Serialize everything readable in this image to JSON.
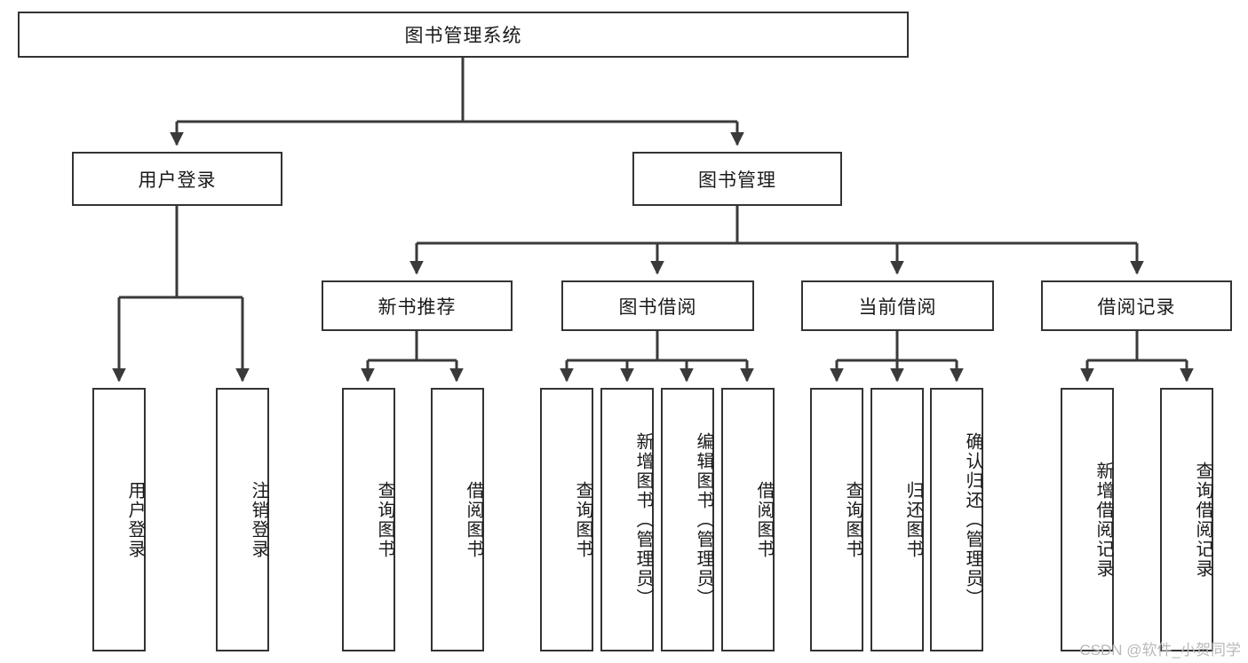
{
  "diagram": {
    "title": "图书管理系统",
    "watermark": "CSDN @软件_小贺同学",
    "style": {
      "border_color": "#333333",
      "fill_color": "#ffffff",
      "line_color": "#3a3a3a",
      "background": "#ffffff",
      "watermark_color": "#b9b9b9"
    },
    "nodes": {
      "root": {
        "label": "图书管理系统"
      },
      "level2": [
        {
          "id": "user-login",
          "label": "用户登录"
        },
        {
          "id": "book-manage",
          "label": "图书管理"
        }
      ],
      "level3": [
        {
          "id": "new-book-rec",
          "label": "新书推荐"
        },
        {
          "id": "book-borrow",
          "label": "图书借阅"
        },
        {
          "id": "current-borrow",
          "label": "当前借阅"
        },
        {
          "id": "borrow-record",
          "label": "借阅记录"
        }
      ],
      "leaves": [
        {
          "id": "leaf-user-login",
          "label": "用户登录",
          "parent": "user-login"
        },
        {
          "id": "leaf-logout",
          "label": "注销登录",
          "parent": "user-login"
        },
        {
          "id": "leaf-query-book-1",
          "label": "查询图书",
          "parent": "new-book-rec"
        },
        {
          "id": "leaf-borrow-book-1",
          "label": "借阅图书",
          "parent": "new-book-rec"
        },
        {
          "id": "leaf-query-book-2",
          "label": "查询图书",
          "parent": "book-borrow"
        },
        {
          "id": "leaf-add-book",
          "label": "新增图书（管理员）",
          "parent": "book-borrow"
        },
        {
          "id": "leaf-edit-book",
          "label": "编辑图书（管理员）",
          "parent": "book-borrow"
        },
        {
          "id": "leaf-borrow-book-2",
          "label": "借阅图书",
          "parent": "book-borrow"
        },
        {
          "id": "leaf-query-book-3",
          "label": "查询图书",
          "parent": "current-borrow"
        },
        {
          "id": "leaf-return-book",
          "label": "归还图书",
          "parent": "current-borrow"
        },
        {
          "id": "leaf-confirm-return",
          "label": "确认归还（管理员）",
          "parent": "current-borrow"
        },
        {
          "id": "leaf-add-record",
          "label": "新增借阅记录",
          "parent": "borrow-record"
        },
        {
          "id": "leaf-query-record",
          "label": "查询借阅记录",
          "parent": "borrow-record"
        }
      ]
    }
  }
}
